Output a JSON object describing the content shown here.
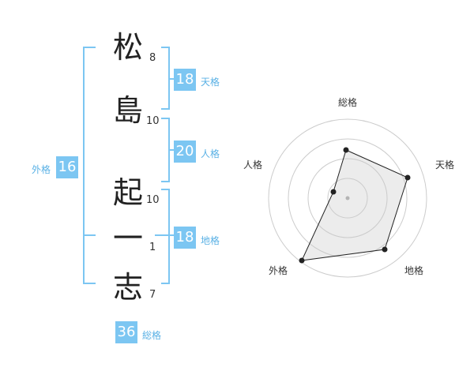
{
  "name": {
    "chars": [
      {
        "char": "松",
        "strokes": "8"
      },
      {
        "char": "島",
        "strokes": "10"
      },
      {
        "char": "起",
        "strokes": "10"
      },
      {
        "char": "一",
        "strokes": "1"
      },
      {
        "char": "志",
        "strokes": "7"
      }
    ]
  },
  "kaku": {
    "tenkaku": {
      "value": "18",
      "label": "天格"
    },
    "jinkaku": {
      "value": "20",
      "label": "人格"
    },
    "chikaku": {
      "value": "18",
      "label": "地格"
    },
    "gaikaku": {
      "value": "16",
      "label": "外格"
    },
    "soukaku": {
      "value": "36",
      "label": "総格"
    }
  },
  "radar": {
    "labels": {
      "top": "総格",
      "right_top": "天格",
      "right_bottom": "地格",
      "left_bottom": "外格",
      "left_top": "人格"
    },
    "accent_color": "#7cc6f2"
  }
}
